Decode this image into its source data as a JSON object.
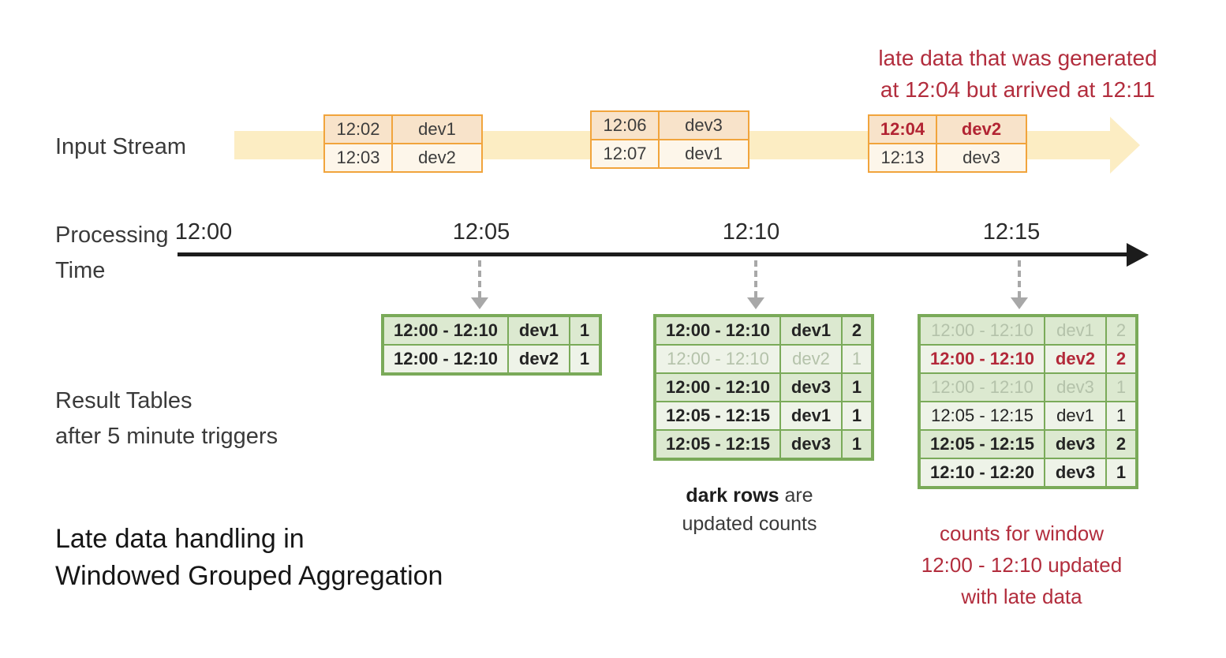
{
  "late_note": {
    "line1": "late data that was generated",
    "line2": "at 12:04 but arrived at 12:11"
  },
  "labels": {
    "input_stream": "Input Stream",
    "processing": "Processing",
    "time": "Time",
    "result_tables_1": "Result Tables",
    "result_tables_2": "after 5 minute triggers",
    "title_1": "Late data handling in",
    "title_2": "Windowed Grouped Aggregation"
  },
  "timeline": {
    "ticks": [
      "12:00",
      "12:05",
      "12:10",
      "12:15"
    ]
  },
  "input_batches": [
    {
      "rows": [
        {
          "time": "12:02",
          "device": "dev1"
        },
        {
          "time": "12:03",
          "device": "dev2"
        }
      ]
    },
    {
      "rows": [
        {
          "time": "12:06",
          "device": "dev3"
        },
        {
          "time": "12:07",
          "device": "dev1"
        }
      ]
    },
    {
      "rows": [
        {
          "time": "12:04",
          "device": "dev2"
        },
        {
          "time": "12:13",
          "device": "dev3"
        }
      ]
    }
  ],
  "result_tables": [
    {
      "trigger": "12:05",
      "rows": [
        {
          "window": "12:00 - 12:10",
          "device": "dev1",
          "count": "1",
          "style": "bold"
        },
        {
          "window": "12:00 - 12:10",
          "device": "dev2",
          "count": "1",
          "style": "bold"
        }
      ]
    },
    {
      "trigger": "12:10",
      "rows": [
        {
          "window": "12:00 - 12:10",
          "device": "dev1",
          "count": "2",
          "style": "bold"
        },
        {
          "window": "12:00 - 12:10",
          "device": "dev2",
          "count": "1",
          "style": "faded"
        },
        {
          "window": "12:00 - 12:10",
          "device": "dev3",
          "count": "1",
          "style": "bold"
        },
        {
          "window": "12:05 - 12:15",
          "device": "dev1",
          "count": "1",
          "style": "bold"
        },
        {
          "window": "12:05 - 12:15",
          "device": "dev3",
          "count": "1",
          "style": "bold"
        }
      ]
    },
    {
      "trigger": "12:15",
      "rows": [
        {
          "window": "12:00 - 12:10",
          "device": "dev1",
          "count": "2",
          "style": "faded"
        },
        {
          "window": "12:00 - 12:10",
          "device": "dev2",
          "count": "2",
          "style": "red-updated"
        },
        {
          "window": "12:00 - 12:10",
          "device": "dev3",
          "count": "1",
          "style": "faded"
        },
        {
          "window": "12:05 - 12:15",
          "device": "dev1",
          "count": "1",
          "style": "normal"
        },
        {
          "window": "12:05 - 12:15",
          "device": "dev3",
          "count": "2",
          "style": "bold"
        },
        {
          "window": "12:10 - 12:20",
          "device": "dev3",
          "count": "1",
          "style": "bold"
        }
      ]
    }
  ],
  "captions": {
    "dark_rows_bold": "dark rows",
    "dark_rows_rest": " are",
    "dark_rows_line2": "updated counts",
    "late_counts_1": "counts for window",
    "late_counts_2": "12:00 - 12:10 updated",
    "late_counts_3": "with late data"
  },
  "colors": {
    "accent_red": "#b22d3d",
    "orange_border": "#f1a43c",
    "stream_fill": "#fcedc3",
    "input_row_dark": "#f8e3ca",
    "input_row_light": "#fdf6ea",
    "green_border": "#7aaa59",
    "result_row_dark": "#dce9d0",
    "result_row_light": "#eef3e8",
    "faded_text": "#b4c2aa"
  }
}
